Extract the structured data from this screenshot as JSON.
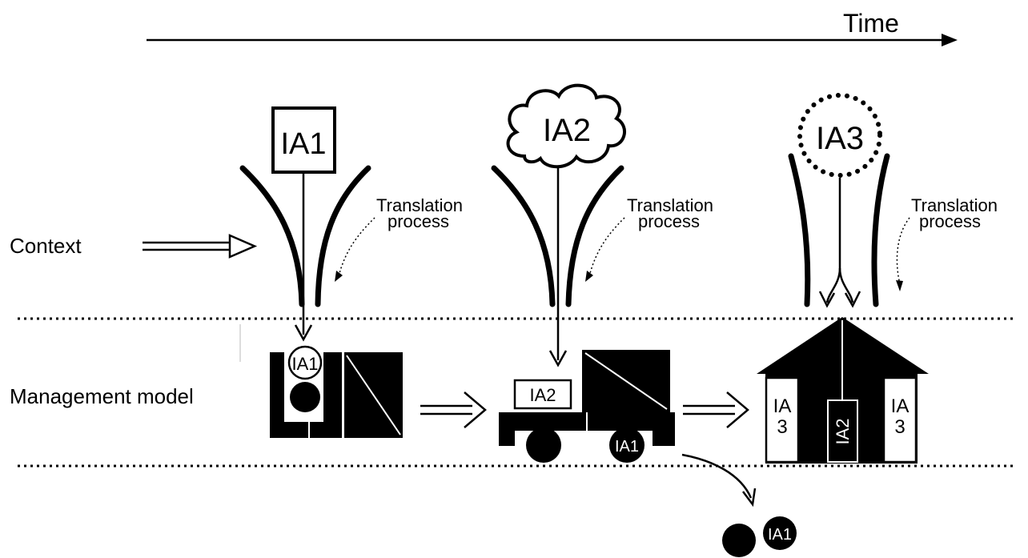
{
  "time_label": "Time",
  "context_label": "Context",
  "management_model_label": "Management model",
  "translation_process": {
    "line1": "Translation",
    "line2": "process"
  },
  "ideas": {
    "ia1": "IA1",
    "ia2": "IA2",
    "ia3": "IA3"
  },
  "model_labels": {
    "stage1_circle": "IA1",
    "stage2_box": "IA2",
    "stage2_wheel": "IA1",
    "stage3_left_a": "IA",
    "stage3_left_b": "3",
    "stage3_right_a": "IA",
    "stage3_right_b": "3",
    "stage3_center": "IA2",
    "dropped": "IA1"
  },
  "colors": {
    "ink": "#000000",
    "paper": "#ffffff"
  }
}
